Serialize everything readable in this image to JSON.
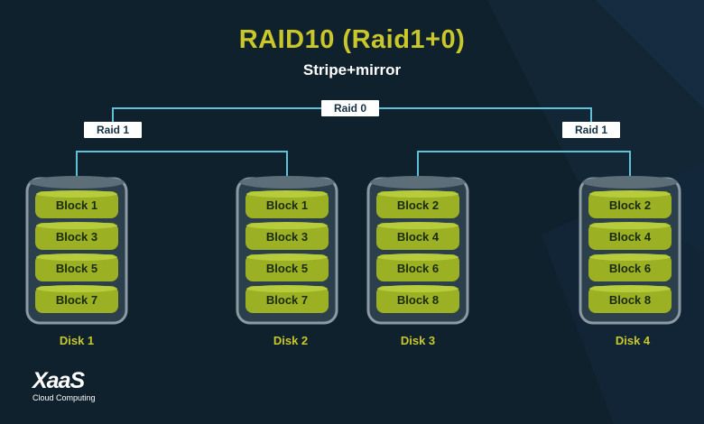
{
  "title": "RAID10 (Raid1+0)",
  "subtitle": "Stripe+mirror",
  "labels": {
    "raid0": "Raid 0",
    "raid1_left": "Raid 1",
    "raid1_right": "Raid 1"
  },
  "disks": [
    {
      "name": "Disk 1",
      "blocks": [
        "Block 1",
        "Block 3",
        "Block 5",
        "Block 7"
      ]
    },
    {
      "name": "Disk 2",
      "blocks": [
        "Block 1",
        "Block 3",
        "Block 5",
        "Block 7"
      ]
    },
    {
      "name": "Disk 3",
      "blocks": [
        "Block 2",
        "Block 4",
        "Block 6",
        "Block 8"
      ]
    },
    {
      "name": "Disk 4",
      "blocks": [
        "Block 2",
        "Block 4",
        "Block 6",
        "Block 8"
      ]
    }
  ],
  "logo": {
    "mark": "XaaS",
    "sub": "Cloud Computing"
  },
  "colors": {
    "background": "#0f212c",
    "accent": "#c9c72a",
    "block": "#9bb123",
    "connector": "#5fc0da",
    "disk_shell": "#8c9aa3"
  }
}
